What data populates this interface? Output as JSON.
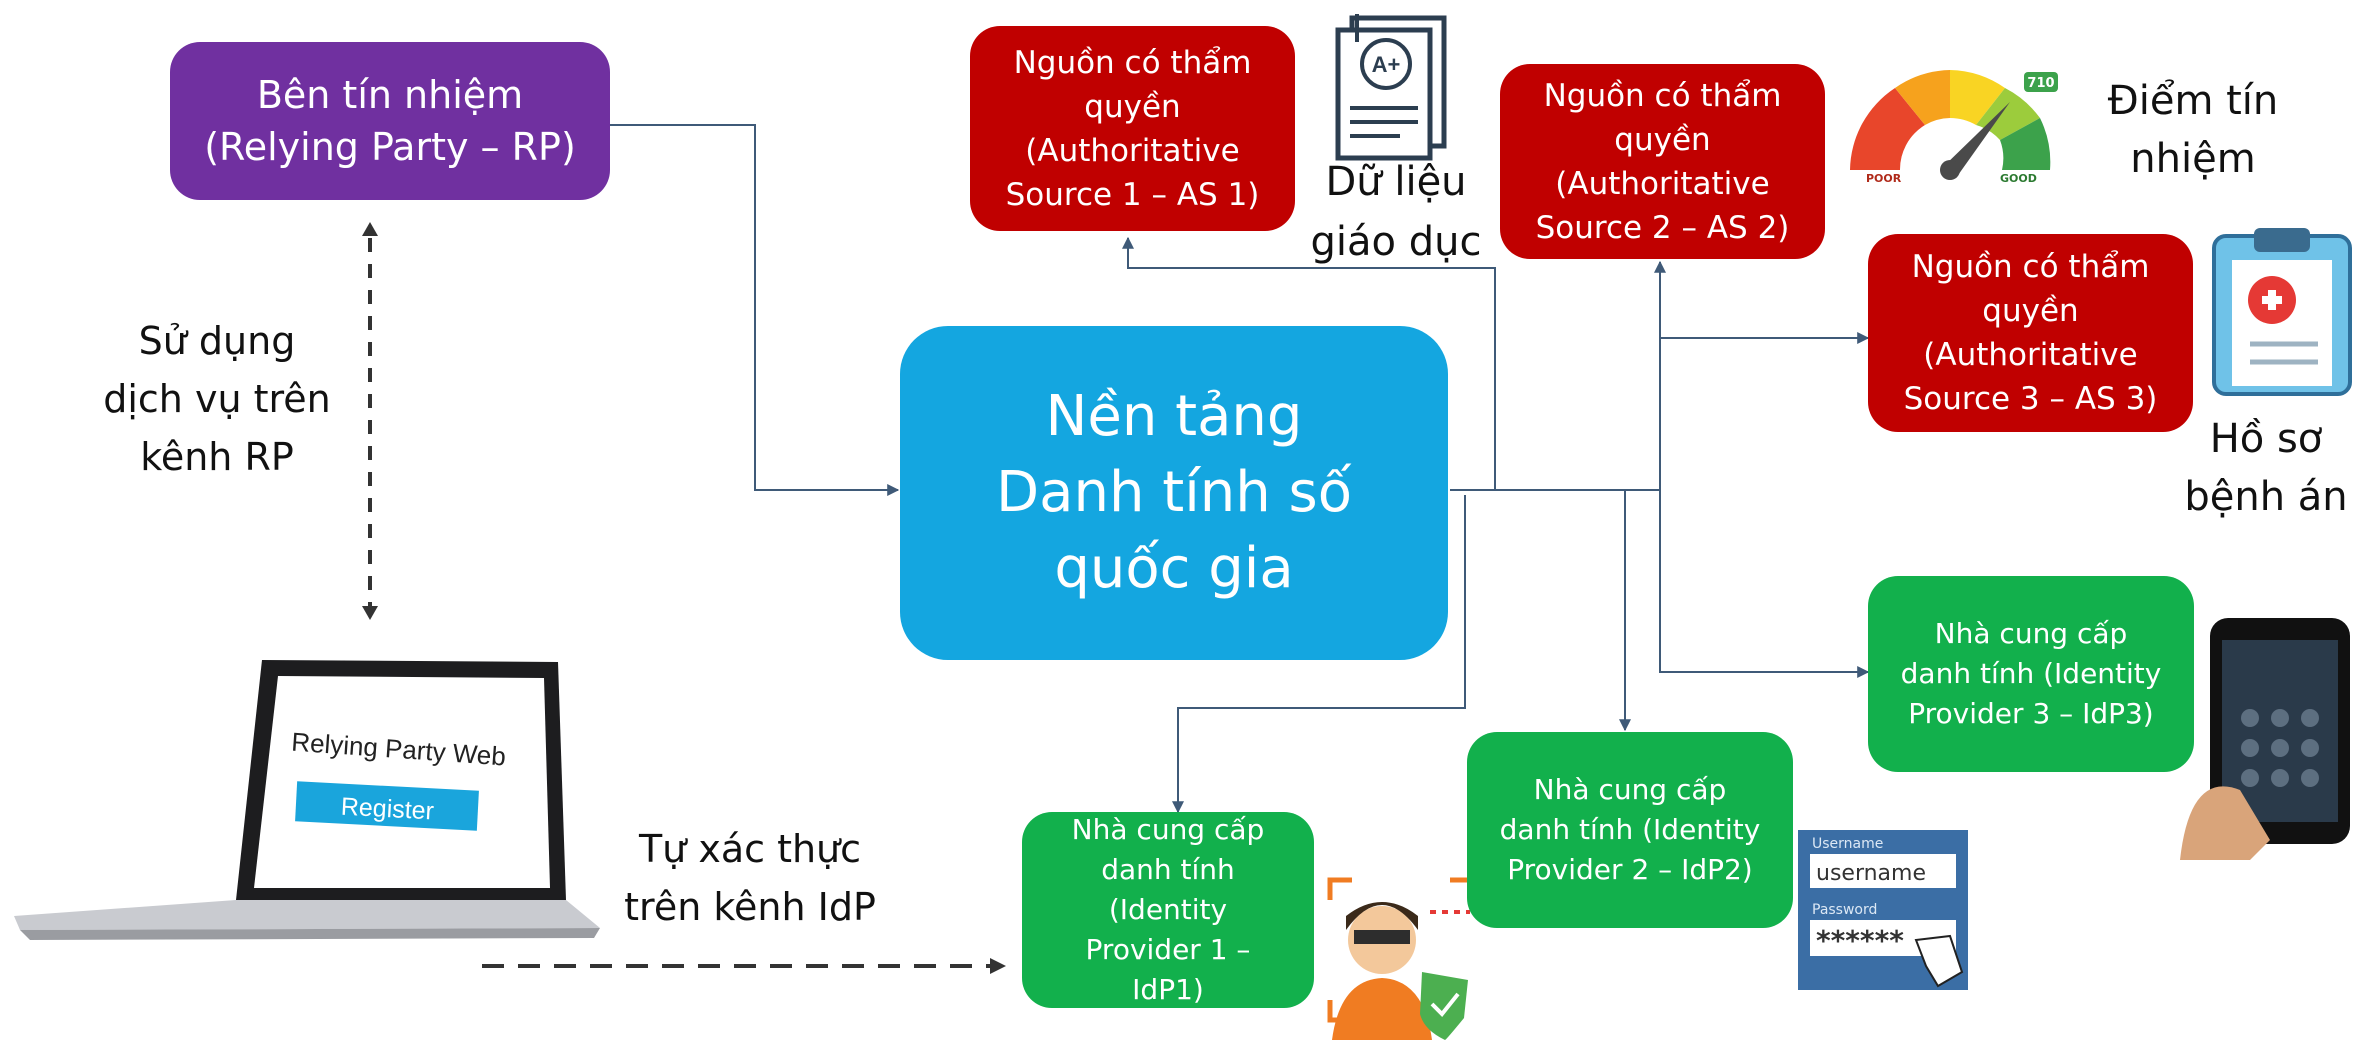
{
  "nodes": {
    "rp": "Bên tín nhiệm\n(Relying Party – RP)",
    "as1": "Nguồn có thẩm\nquyền\n(Authoritative\nSource 1 – AS 1)",
    "as2": "Nguồn có thẩm\nquyền\n(Authoritative\nSource 2 – AS 2)",
    "as3": "Nguồn có thẩm\nquyền\n(Authoritative\nSource 3 – AS 3)",
    "center": "Nền tảng\nDanh tính số\nquốc gia",
    "idp1": "Nhà cung cấp\ndanh tính\n(Identity\nProvider 1 –\nIdP1)",
    "idp2": "Nhà cung cấp\ndanh tính (Identity\nProvider 2 – IdP2)",
    "idp3": "Nhà cung cấp\ndanh tính (Identity\nProvider 3 – IdP3)"
  },
  "labels": {
    "use_service": "Sử dụng\ndịch vụ trên\nkênh RP",
    "self_auth": "Tự xác thực\ntrên kênh IdP",
    "education": "Dữ liệu\ngiáo dục",
    "credit": "Điểm tín\nnhiệm",
    "medical": "Hồ sơ\nbệnh án"
  },
  "laptop": {
    "title": "Relying Party Web",
    "button": "Register"
  },
  "gauge": {
    "value_badge": "710",
    "low": "POOR",
    "high": "GOOD"
  },
  "login": {
    "username_label": "Username",
    "username_value": "username",
    "password_label": "Password",
    "password_value": "******"
  },
  "grade_icon": "A+",
  "colors": {
    "purple": "#7030a0",
    "red": "#c00000",
    "green": "#12b04c",
    "blue": "#14a6e0",
    "connector": "#3f5a78"
  }
}
